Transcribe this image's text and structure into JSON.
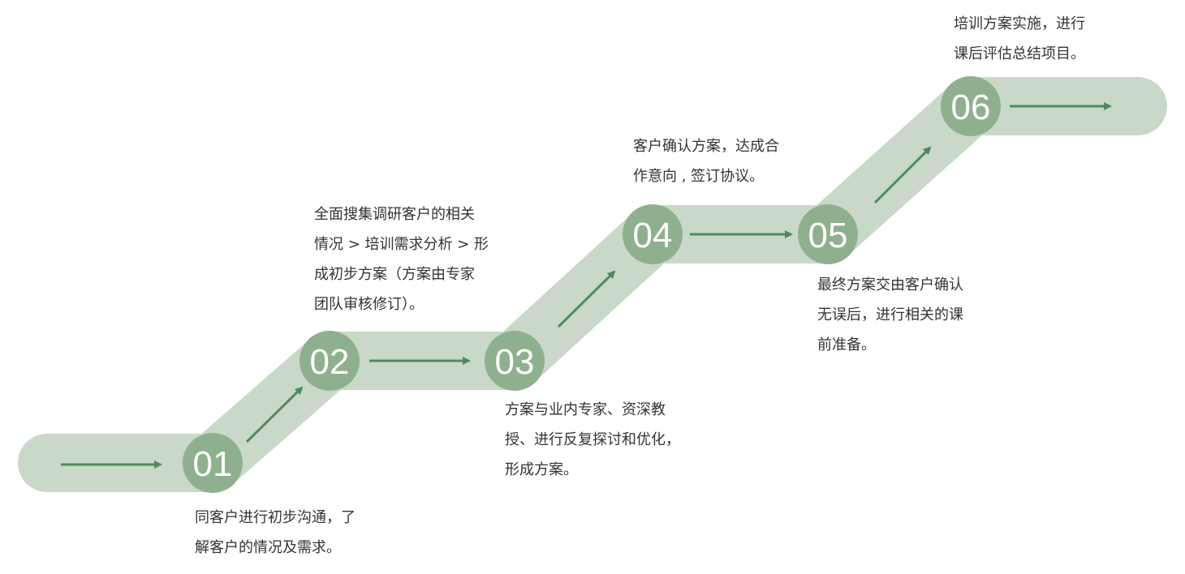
{
  "colors": {
    "band": "#c9d8c8",
    "circle": "#8fb08f",
    "arrow": "#4f8a5f",
    "text": "#333333"
  },
  "steps": [
    {
      "number": "01",
      "lines": [
        "同客户进行初步沟通，了",
        "解客户的情况及需求。"
      ]
    },
    {
      "number": "02",
      "lines": [
        "全面搜集调研客户的相关",
        "情况 > 培训需求分析 > 形",
        "成初步方案（方案由专家",
        "团队审核修订）。"
      ]
    },
    {
      "number": "03",
      "lines": [
        "方案与业内专家、资深教",
        "授、进行反复探讨和优化，",
        "形成方案。"
      ]
    },
    {
      "number": "04",
      "lines": [
        "客户确认方案，达成合",
        "作意向 , 签订协议。"
      ]
    },
    {
      "number": "05",
      "lines": [
        "最终方案交由客户确认",
        "无误后，进行相关的课",
        "前准备。"
      ]
    },
    {
      "number": "06",
      "lines": [
        "培训方案实施，进行",
        "课后评估总结项目。"
      ]
    }
  ]
}
